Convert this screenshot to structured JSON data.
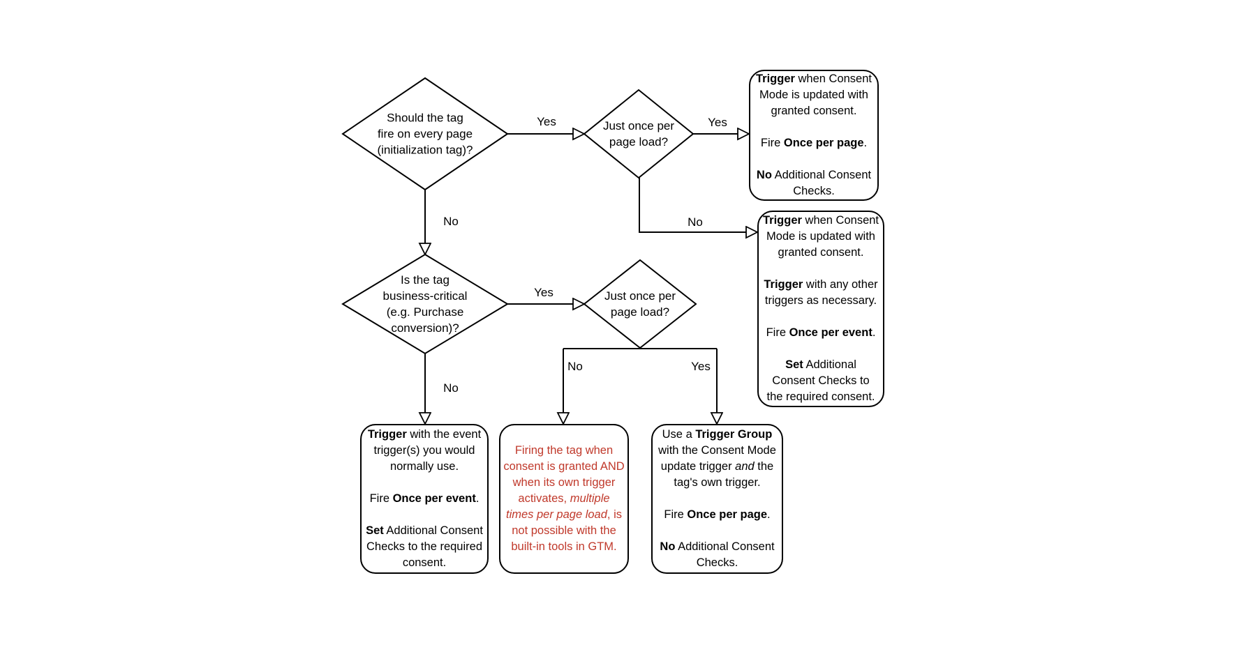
{
  "page": {
    "background": "#ffffff"
  },
  "colors": {
    "stroke": "#000000",
    "text": "#000000",
    "warning_text": "#c0392b",
    "node_fill": "#ffffff"
  },
  "decisions": {
    "init_tag": {
      "lines": [
        "Should the tag",
        "fire on every page",
        "(initialization tag)?"
      ]
    },
    "once_per_page_top": {
      "lines": [
        "Just once per",
        "page load?"
      ]
    },
    "business_critical": {
      "lines": [
        "Is the tag",
        "business-critical",
        "(e.g. Purchase",
        "conversion)?"
      ]
    },
    "once_per_page_bottom": {
      "lines": [
        "Just once per",
        "page load?"
      ]
    }
  },
  "outcomes": {
    "top_right": {
      "paragraphs": [
        [
          {
            "t": "Trigger",
            "b": true
          },
          {
            "t": " when Consent Mode is updated with granted consent."
          }
        ],
        [
          {
            "t": "Fire "
          },
          {
            "t": "Once per page",
            "b": true
          },
          {
            "t": "."
          }
        ],
        [
          {
            "t": "No",
            "b": true
          },
          {
            "t": " Additional Consent Checks."
          }
        ]
      ]
    },
    "right_middle": {
      "paragraphs": [
        [
          {
            "t": "Trigger",
            "b": true
          },
          {
            "t": " when Consent Mode is updated with granted consent."
          }
        ],
        [
          {
            "t": "Trigger",
            "b": true
          },
          {
            "t": " with any other triggers as necessary."
          }
        ],
        [
          {
            "t": "Fire "
          },
          {
            "t": "Once per event",
            "b": true
          },
          {
            "t": "."
          }
        ],
        [
          {
            "t": "Set",
            "b": true
          },
          {
            "t": " Additional Consent Checks to the required consent."
          }
        ]
      ]
    },
    "bottom_left": {
      "paragraphs": [
        [
          {
            "t": "Trigger",
            "b": true
          },
          {
            "t": " with the event trigger(s) you would normally use."
          }
        ],
        [
          {
            "t": "Fire "
          },
          {
            "t": "Once per event",
            "b": true
          },
          {
            "t": "."
          }
        ],
        [
          {
            "t": "Set",
            "b": true
          },
          {
            "t": " Additional Consent Checks to the required consent."
          }
        ]
      ]
    },
    "bottom_middle": {
      "paragraphs": [
        [
          {
            "t": "Firing the tag when consent is granted AND when its own trigger activates, "
          },
          {
            "t": "multiple times per page load",
            "i": true
          },
          {
            "t": ", is not possible with the built-in tools in GTM."
          }
        ]
      ]
    },
    "bottom_right": {
      "paragraphs": [
        [
          {
            "t": "Use a "
          },
          {
            "t": "Trigger Group",
            "b": true
          },
          {
            "t": " with the Consent Mode update trigger "
          },
          {
            "t": "and",
            "i": true
          },
          {
            "t": " the tag's own trigger."
          }
        ],
        [
          {
            "t": "Fire "
          },
          {
            "t": "Once per page",
            "b": true
          },
          {
            "t": "."
          }
        ],
        [
          {
            "t": "No",
            "b": true
          },
          {
            "t": " Additional Consent Checks."
          }
        ]
      ]
    }
  },
  "edges": {
    "d1_to_d2": {
      "label": "Yes"
    },
    "d2_to_top_right": {
      "label": "Yes"
    },
    "d1_to_d3": {
      "label": "No"
    },
    "d2_to_right_middle": {
      "label": "No"
    },
    "d3_to_d4": {
      "label": "Yes"
    },
    "d3_to_bottom_left": {
      "label": "No"
    },
    "d4_to_bottom_middle": {
      "label": "No"
    },
    "d4_to_bottom_right": {
      "label": "Yes"
    }
  }
}
